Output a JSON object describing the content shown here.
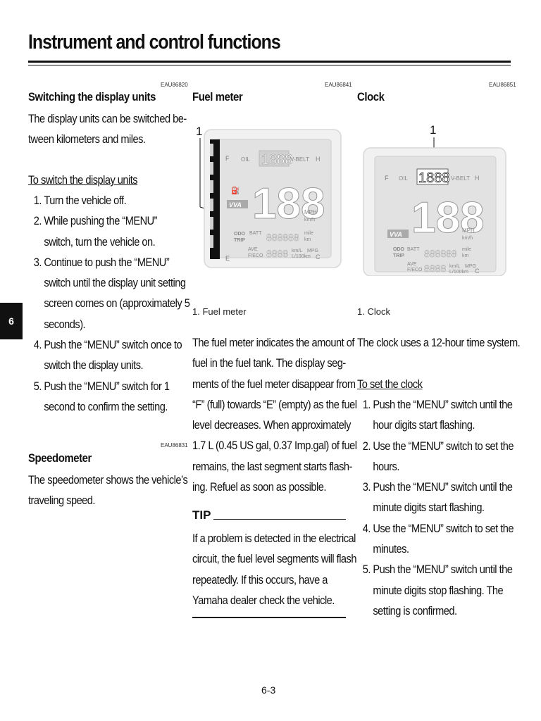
{
  "title": "Instrument and control functions",
  "tab": "6",
  "page_number": "6-3",
  "col1": {
    "code1": "EAU86820",
    "heading1": "Switching the display units",
    "intro": [
      "The display units can be switched be-",
      "tween kilometers and miles."
    ],
    "subheading": "To switch the display units",
    "steps": [
      {
        "num": "1.",
        "lines": [
          "Turn the vehicle off."
        ]
      },
      {
        "num": "2.",
        "lines": [
          "While pushing the “MENU”",
          "switch, turn the vehicle on."
        ]
      },
      {
        "num": "3.",
        "lines": [
          "Continue to push the “MENU”",
          "switch until the display unit setting",
          "screen comes on (approximately 5",
          "seconds)."
        ]
      },
      {
        "num": "4.",
        "lines": [
          "Push the “MENU” switch once to",
          "switch the display units."
        ]
      },
      {
        "num": "5.",
        "lines": [
          "Push the “MENU” switch for 1",
          "second to confirm the setting."
        ]
      }
    ],
    "code2": "EAU86831",
    "heading2": "Speedometer",
    "speedo_text": [
      "The speedometer shows the vehicle’s",
      "traveling speed."
    ]
  },
  "col2": {
    "code": "EAU86841",
    "heading": "Fuel meter",
    "callout": "1",
    "caption": "1. Fuel meter",
    "body": [
      "The fuel meter indicates the amount of",
      "fuel in the fuel tank. The display seg-",
      "ments of the fuel meter disappear from",
      "“F” (full) towards “E” (empty) as the fuel",
      "level decreases. When approximately",
      "1.7 L (0.45 US gal, 0.37 Imp.gal) of fuel",
      "remains, the last segment starts flash-",
      "ing. Refuel as soon as possible."
    ],
    "tip_label": "TIP",
    "tip_body": [
      "If a problem is detected in the electrical",
      "circuit, the fuel level segments will flash",
      "repeatedly. If this occurs, have a",
      "Yamaha dealer check the vehicle."
    ]
  },
  "col3": {
    "code": "EAU86851",
    "heading": "Clock",
    "callout": "1",
    "caption": "1. Clock",
    "body": "The clock uses a 12-hour time system.",
    "subheading": "To set the clock",
    "steps": [
      {
        "num": "1.",
        "lines": [
          "Push the “MENU” switch until the",
          "hour digits start flashing."
        ]
      },
      {
        "num": "2.",
        "lines": [
          "Use the “MENU” switch to set the",
          "hours."
        ]
      },
      {
        "num": "3.",
        "lines": [
          "Push the “MENU” switch until the",
          "minute digits start flashing."
        ]
      },
      {
        "num": "4.",
        "lines": [
          "Use the “MENU” switch to set the",
          "minutes."
        ]
      },
      {
        "num": "5.",
        "lines": [
          "Push the “MENU” switch until the",
          "minute digits stop flashing. The",
          "setting is confirmed."
        ]
      }
    ]
  },
  "display": {
    "oil": "OIL",
    "vbelt": "V-BELT",
    "clock_digits": "1888",
    "h": "H",
    "c": "C",
    "f": "F",
    "e": "E",
    "speed_digits": "188",
    "mph": "MPH",
    "kmh": "km/h",
    "mile": "mile",
    "km": "km",
    "odo": "ODO",
    "trip": "TRIP",
    "batt": "BATT",
    "odo_digits": "888888",
    "ave": "AVE",
    "feco": "F/ECO",
    "eco_digits": "8888",
    "kml": "km/L",
    "mpg": "MPG",
    "l100": "L/100km",
    "logo": "VVA"
  }
}
